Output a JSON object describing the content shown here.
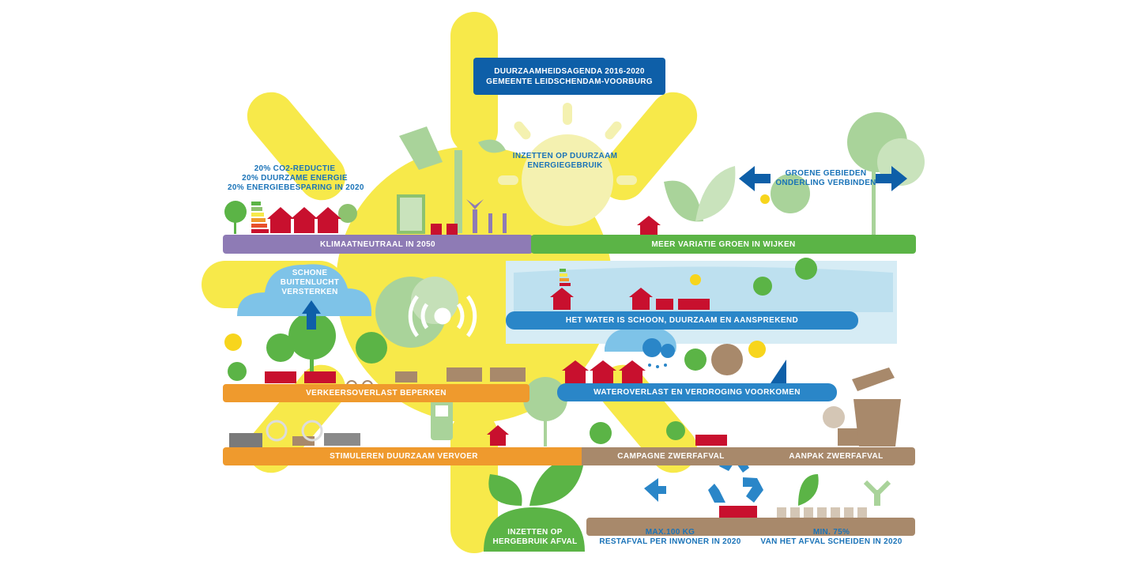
{
  "header": {
    "title_line1": "DUURZAAMHEIDSAGENDA 2016-2020",
    "title_line2": "GEMEENTE LEIDSCHENDAM-VOORBURG"
  },
  "labels": {
    "co2_line1": "20% CO2-REDUCTIE",
    "co2_line2": "20% DUURZAME ENERGIE",
    "co2_line3": "20% ENERGIEBESPARING IN 2020",
    "energy_line1": "INZETTEN OP DUURZAAM",
    "energy_line2": "ENERGIEGEBRUIK",
    "green_line1": "GROENE GEBIEDEN",
    "green_line2": "ONDERLING VERBINDEN",
    "air_line1": "SCHONE",
    "air_line2": "BUITENLUCHT",
    "air_line3": "VERSTERKEN",
    "reuse_line1": "INZETTEN OP",
    "reuse_line2": "HERGEBRUIK AFVAL",
    "rest_line1": "MAX.100 KG",
    "rest_line2": "RESTAFVAL PER INWONER IN 2020",
    "sep_line1": "MIN. 75%",
    "sep_line2": "VAN HET AFVAL SCHEIDEN IN 2020"
  },
  "bars": {
    "climate": "KLIMAATNEUTRAAL IN 2050",
    "greenvar": "MEER VARIATIE GROEN IN WIJKEN",
    "water": "HET WATER IS SCHOON, DUURZAAM EN AANSPREKEND",
    "traffic": "VERKEERSOVERLAST BEPERKEN",
    "flood": "WATEROVERLAST EN VERDROGING VOORKOMEN",
    "transport": "STIMULEREN DUURZAAM VERVOER",
    "campaign": "CAMPAGNE ZWERFAFVAL",
    "litter": "AANPAK ZWERFAFVAL"
  },
  "colors": {
    "sun": "#f7e94a",
    "purple": "#8e7bb5",
    "green": "#5bb446",
    "blue": "#2a86c8",
    "orange": "#ef9a2d",
    "brown": "#a8896b",
    "navy": "#0e5fa8",
    "red": "#c8102e",
    "lightgreen": "#a9d39a",
    "cloud": "#7ec3e8"
  }
}
